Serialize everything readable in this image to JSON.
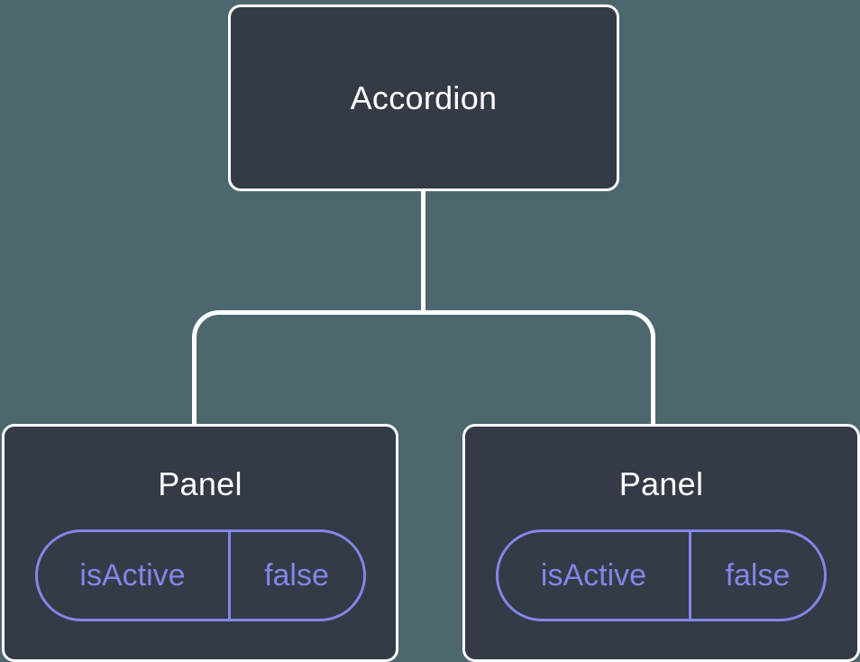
{
  "colors": {
    "background": "#4d676e",
    "node_fill": "#343a46",
    "node_border": "#ffffff",
    "connector": "#ffffff",
    "state_accent": "#8286e8",
    "label_color": "#ffffff"
  },
  "tree": {
    "root": {
      "label": "Accordion"
    },
    "children": [
      {
        "label": "Panel",
        "state": {
          "key": "isActive",
          "value": "false"
        }
      },
      {
        "label": "Panel",
        "state": {
          "key": "isActive",
          "value": "false"
        }
      }
    ]
  }
}
